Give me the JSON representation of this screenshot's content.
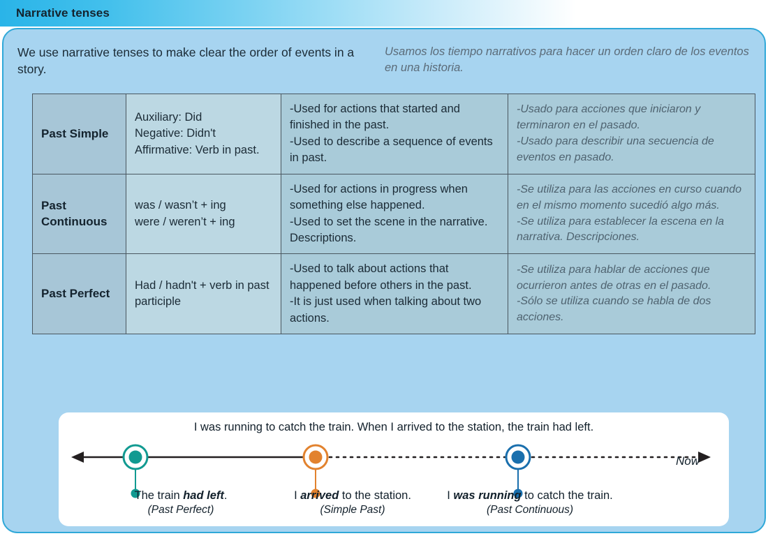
{
  "header": {
    "title": "Narrative tenses"
  },
  "intro": {
    "english": "We use narrative tenses to make clear the order of events in a story.",
    "spanish": "Usamos los tiempo narrativos para hacer un orden claro de los eventos en una historia."
  },
  "table": {
    "rows": [
      {
        "name": "Past Simple",
        "form": "Auxiliary: Did\nNegative: Didn't\nAffirmative: Verb in past.",
        "use": "-Used for actions that started and finished in the past.\n-Used to describe a sequence of events in past.",
        "use_es": "-Usado para acciones que iniciaron y terminaron en el pasado.\n-Usado para describir una secuencia de eventos en pasado."
      },
      {
        "name": "Past Continuous",
        "form": "was / wasn’t + ing\nwere / weren’t + ing",
        "use": "-Used for actions in progress when something else happened.\n-Used to set the scene in the narrative. Descriptions.",
        "use_es": "-Se utiliza para las acciones en curso cuando en el mismo momento sucedió algo más.\n-Se utiliza para establecer la escena en la narrativa. Descripciones."
      },
      {
        "name": "Past Perfect",
        "form": "Had / hadn't + verb in past participle",
        "use": "-Used to talk about actions that happened before others in the past.\n-It is just used when talking about two actions.",
        "use_es": "-Se utiliza para hablar de acciones que ocurrieron antes de otras en el pasado.\n-Sólo se utiliza cuando se habla de dos acciones."
      }
    ]
  },
  "timeline": {
    "sentence": "I was running to catch the train. When I arrived to the station, the train had left.",
    "now_label": "Now",
    "events": [
      {
        "text_before": "The train ",
        "text_strong": "had left",
        "text_after": ".",
        "tense": "(Past Perfect)",
        "color": "#119a91"
      },
      {
        "text_before": "I ",
        "text_strong": "arrived",
        "text_after": " to the station.",
        "tense": "(Simple Past)",
        "color": "#e2822e"
      },
      {
        "text_before": "I ",
        "text_strong": "was running",
        "text_after": " to catch the train.",
        "tense": "(Past Continuous)",
        "color": "#1a6fad"
      }
    ]
  },
  "colors": {
    "panel_fill": "#a7d4f0",
    "panel_border": "#2fa8d8",
    "title_gradient_start": "#2ab4e8",
    "table_name_bg": "#a7c6d7",
    "table_form_bg": "#bcd8e3",
    "table_use_bg": "#a9cbd9",
    "spanish_text": "#5b6b78",
    "timeline_axis": "#231f20"
  }
}
